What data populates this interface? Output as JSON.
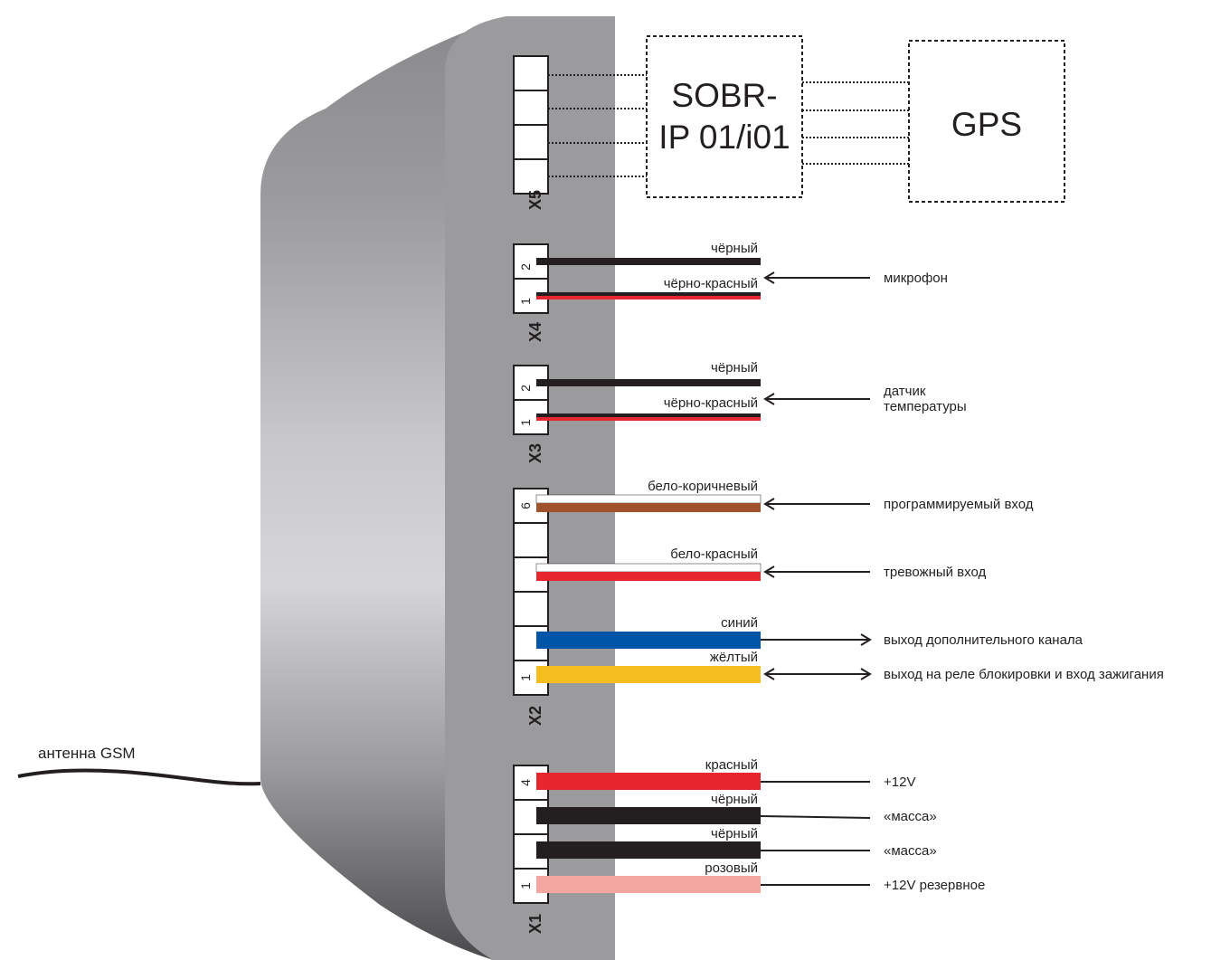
{
  "modules": {
    "sobr": {
      "line1": "SOBR-",
      "line2": "IP 01/i01"
    },
    "gps": {
      "label": "GPS"
    }
  },
  "antenna": "антенна GSM",
  "connectors": {
    "x5": {
      "label": "X5"
    },
    "x4": {
      "label": "X4",
      "pin2": "2",
      "pin1": "1",
      "wire_top": "чёрный",
      "wire_bottom": "чёрно-красный",
      "signal": "микрофон"
    },
    "x3": {
      "label": "X3",
      "pin2": "2",
      "pin1": "1",
      "wire_top": "чёрный",
      "wire_bottom": "чёрно-красный",
      "signal_line1": "датчик",
      "signal_line2": "температуры"
    },
    "x2": {
      "label": "X2",
      "pin6": "6",
      "pin1": "1",
      "wires": [
        {
          "name": "бело-коричневый",
          "signal": "программируемый вход"
        },
        {
          "name": "бело-красный",
          "signal": "тревожный вход"
        },
        {
          "name": "синий",
          "signal": "выход дополнительного канала"
        },
        {
          "name": "жёлтый",
          "signal": "выход на реле блокировки и вход зажигания"
        }
      ]
    },
    "x1": {
      "label": "X1",
      "pin4": "4",
      "pin1": "1",
      "wires": [
        {
          "name": "красный",
          "signal": "+12V"
        },
        {
          "name": "чёрный",
          "signal": "«масса»"
        },
        {
          "name": "чёрный",
          "signal": "«масса»"
        },
        {
          "name": "розовый",
          "signal": "+12V резервное"
        }
      ]
    }
  },
  "colors": {
    "black": "#231f20",
    "red": "#e8262d",
    "brown": "#a0522d",
    "blue": "#0055a6",
    "yellow": "#f6bd1f",
    "pink": "#f4a7a0",
    "body_gray": "#9b9b9d"
  }
}
